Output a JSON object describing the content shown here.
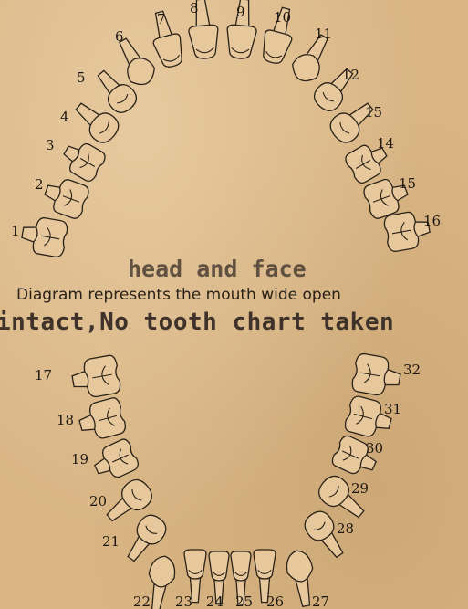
{
  "captions": {
    "line1": "head and face",
    "line2": "Diagram represents the mouth wide open",
    "line3": "intact,No tooth chart taken"
  },
  "tooth_numbers": [
    "1",
    "2",
    "3",
    "4",
    "5",
    "6",
    "7",
    "8",
    "9",
    "10",
    "11",
    "12",
    "15",
    "14",
    "15",
    "16",
    "17",
    "18",
    "19",
    "20",
    "21",
    "22",
    "23",
    "24",
    "25",
    "26",
    "27",
    "28",
    "29",
    "30",
    "31",
    "32"
  ],
  "colors": {
    "paper": "#d9b584",
    "ink": "#2a2118"
  }
}
